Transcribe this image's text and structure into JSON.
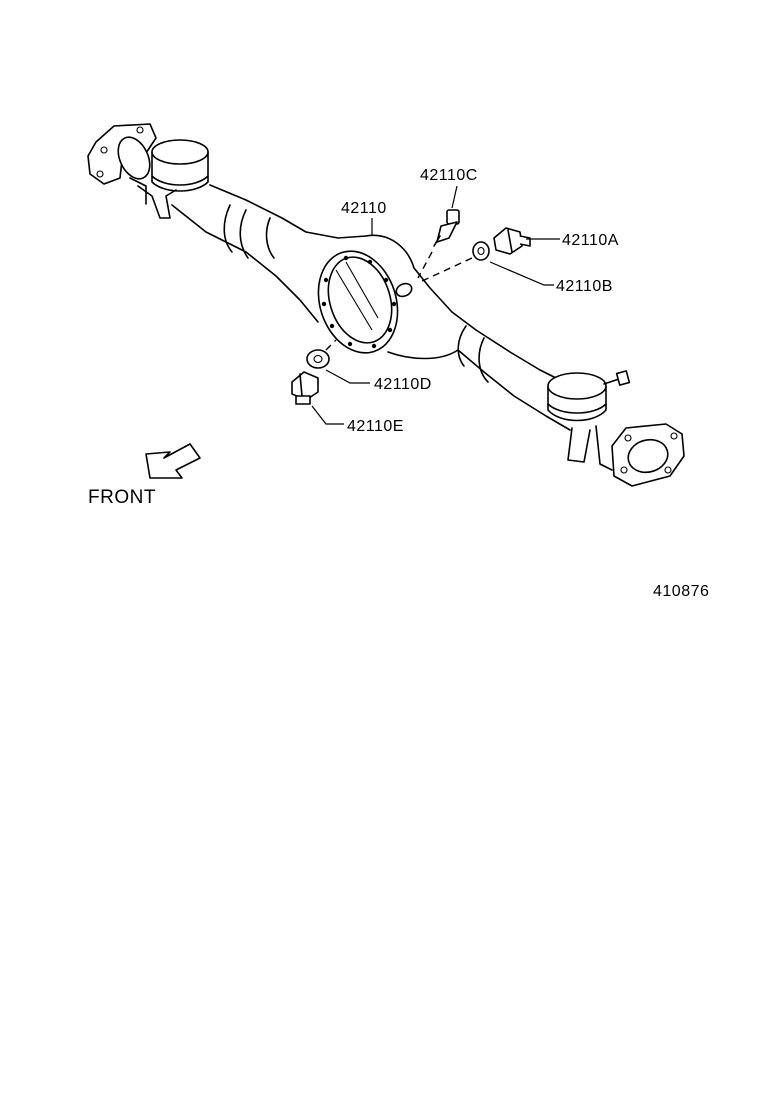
{
  "diagram": {
    "labels": {
      "housing": "42110",
      "breather": "42110C",
      "plug_a": "42110A",
      "gasket_b": "42110B",
      "gasket_d": "42110D",
      "plug_e": "42110E",
      "front": "FRONT",
      "figure_number": "410876"
    }
  }
}
